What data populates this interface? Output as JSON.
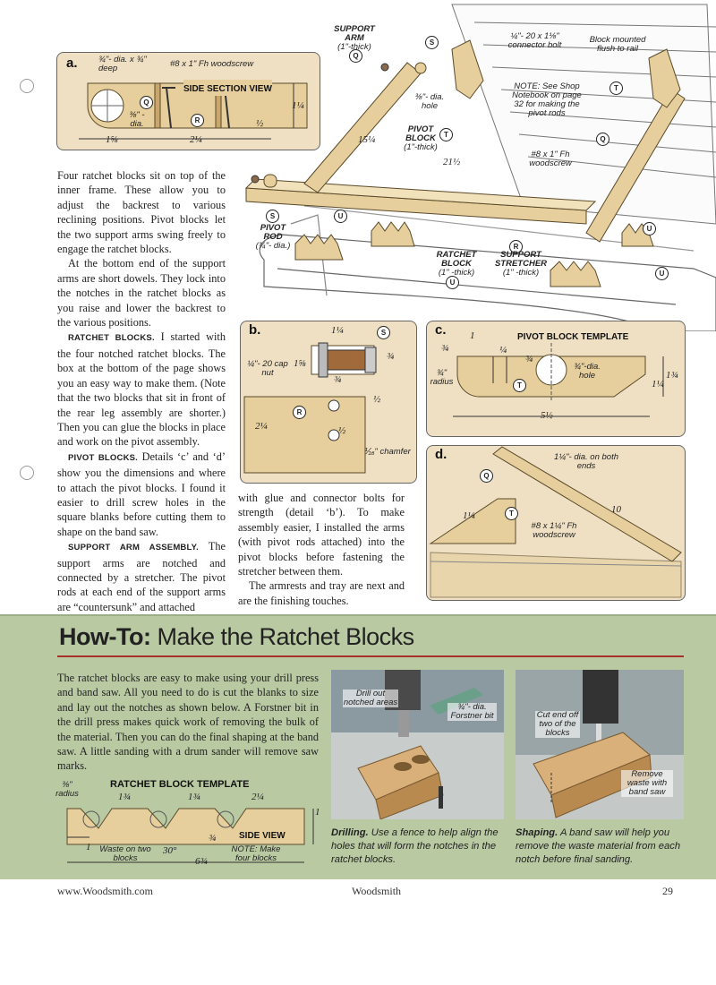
{
  "main_drawing": {
    "labels": {
      "support_arm": "SUPPORT ARM",
      "support_arm_thick": "(1\"-thick)",
      "connector_bolt": "¼\"- 20 x 1⅛\" connector bolt",
      "block_mounted": "Block mounted flush to rail",
      "note": "NOTE: See Shop Notebook on page 32 for making the pivot rods",
      "hole": "⅜\"- dia. hole",
      "pivot_block": "PIVOT BLOCK",
      "pivot_block_thick": "(1\"-thick)",
      "dim_15_1_4": "15¼",
      "dim_21_1_2": "21½",
      "woodscrew": "#8 x 1\" Fh woodscrew",
      "pivot_rod": "PIVOT ROD",
      "pivot_rod_dia": "(¾\"- dia.)",
      "ratchet_block": "RATCHET BLOCK",
      "ratchet_block_thick": "(1\" -thick)",
      "support_stretcher": "SUPPORT STRETCHER",
      "support_stretcher_thick": "(1\" -thick)"
    }
  },
  "detail_a": {
    "letter": "a.",
    "title": "SIDE SECTION VIEW",
    "label_dia_deep": "¾\"- dia. x ¾\" deep",
    "label_screw": "#8 x 1\" Fh woodscrew",
    "label_dia": "⅜\" - dia.",
    "dim_1_5_8": "1⅝",
    "dim_2_1_4": "2¼",
    "dim_1_1_4": "1¼",
    "dim_1_2": "½"
  },
  "detail_b": {
    "letter": "b.",
    "dim_1_1_4": "1¼",
    "cap_nut": "¼\"- 20 cap nut",
    "dim_1_5_8": "1⅝",
    "dim_3_4a": "¾",
    "dim_3_4b": "¾",
    "dim_1_2a": "½",
    "dim_1_2b": "½",
    "dim_2_1_4": "2¼",
    "chamfer": "⅟₁₆\" chamfer"
  },
  "detail_c": {
    "letter": "c.",
    "title": "PIVOT BLOCK TEMPLATE",
    "dim_1": "1",
    "dim_3_4a": "¾",
    "dim_1_4": "¼",
    "dim_3_4b": "¾",
    "radius": "¾\" radius",
    "hole": "¾\"-dia. hole",
    "dim_1_3_4": "1¾",
    "dim_1_1_4": "1¼",
    "dim_5_1_2": "5½"
  },
  "detail_d": {
    "letter": "d.",
    "dia_label": "1¼\"- dia. on both ends",
    "dim_10": "10",
    "dim_1_1_4": "1¼",
    "screw": "#8 x 1¼\" Fh woodscrew"
  },
  "badges": {
    "q": "Q",
    "s": "S",
    "t": "T",
    "r": "R",
    "u": "U"
  },
  "article": {
    "p1": "Four ratchet blocks sit on top of the inner frame. These allow you to adjust the backrest to various reclining positions. Pivot blocks let the two support arms swing freely to engage the ratchet blocks.",
    "p2": "At the bottom end of the support arms are short dowels. They lock into the notches in the ratchet blocks as you raise and lower the backrest to the various positions.",
    "h3": "RATCHET BLOCKS.",
    "p3": " I started with the four notched ratchet blocks. The box at the bottom of the page shows you an easy way to make them. (Note that the two blocks that sit in front of the rear leg assembly are shorter.) Then you can glue the blocks in place and work on the pivot assembly.",
    "h4": "PIVOT BLOCKS.",
    "p4": " Details ‘c’ and ‘d’ show you the dimensions and where to attach the pivot blocks. I found it easier to drill screw holes in the square blanks before cutting them to shape on the band saw.",
    "h5": "SUPPORT ARM ASSEMBLY.",
    "p5": " The support arms are notched and connected by a stretcher. The pivot rods at each end of the support arms are “countersunk” and attached",
    "p6": "with glue and connector bolts for strength (detail ‘b’). To make assembly easier, I installed the arms (with pivot rods attached) into the pivot blocks before fastening the stretcher between them.",
    "p7": "The armrests and tray are next and are the finishing touches."
  },
  "howto": {
    "title_bold": "How-To:",
    "title_rest": " Make the Ratchet Blocks",
    "text": "The ratchet blocks are easy to make using your drill press and band saw. All you need to do is cut the blanks to size and lay out the notches as shown below. A Forstner bit in the drill press makes quick work of removing the bulk of the material. Then you can do the final shaping at the band saw. A little sanding with a drum sander will remove saw marks.",
    "template_title": "RATCHET BLOCK TEMPLATE",
    "radius": "⅜\" radius",
    "dim_1_3_4a": "1¾",
    "dim_1_3_4b": "1¾",
    "dim_2_1_4": "2¼",
    "side_view": "SIDE VIEW",
    "dim_1": "1",
    "dim_3_4": "¾",
    "dim_1b": "1",
    "waste": "Waste on two blocks",
    "angle": "30°",
    "note": "NOTE: Make four blocks",
    "dim_6_3_4": "6¾",
    "drill_label": "Drill out notched areas",
    "forstner_label": "¾\"- dia. Forstner bit",
    "drilling_bold": "Drilling.",
    "drilling_text": " Use a fence to help align the holes that will form the notches in the ratchet blocks.",
    "cut_end": "Cut end off two of the blocks",
    "remove_waste": "Remove waste with band saw",
    "shaping_bold": "Shaping.",
    "shaping_text": " A band saw will help you remove the waste material from each notch before final sanding."
  },
  "footer": {
    "url": "www.Woodsmith.com",
    "mag": "Woodsmith",
    "page": "29"
  },
  "colors": {
    "wood": "#e6cf9c",
    "wood_dark": "#c9a66b",
    "panel": "#efe0c4",
    "green": "#b9c9a2",
    "green_border": "#9bae86"
  }
}
